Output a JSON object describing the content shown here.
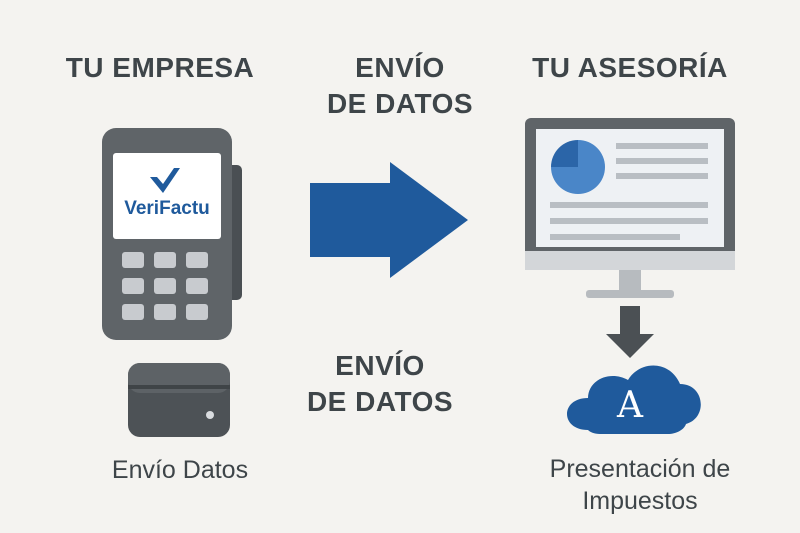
{
  "headings": {
    "company": "TU EMPRESA",
    "transfer_top_line1": "ENVÍO",
    "transfer_top_line2": "DE DATOS",
    "advisory": "TU ASESORÍA",
    "transfer_bottom_line1": "ENVÍO",
    "transfer_bottom_line2": "DE DATOS"
  },
  "terminal": {
    "brand": "VeriFactu",
    "logo_icon": "checkmark-v-icon"
  },
  "captions": {
    "device": "Envío Datos",
    "tax_line1": "Presentación de",
    "tax_line2": "Impuestos"
  },
  "cloud": {
    "letter": "A",
    "icon": "cloud-icon"
  },
  "colors": {
    "accent_blue": "#1f5a9c",
    "dark_gray": "#5f6468",
    "text": "#3e4549",
    "background": "#f4f3f0"
  }
}
